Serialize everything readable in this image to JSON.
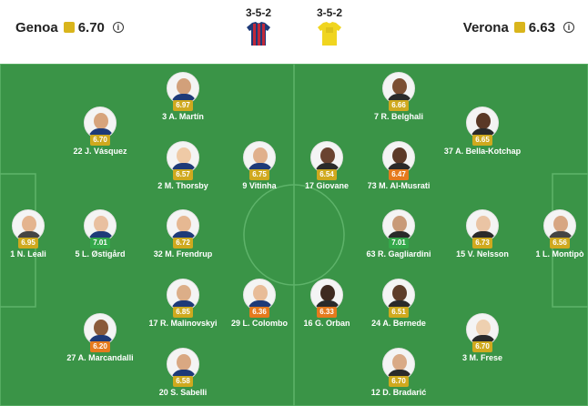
{
  "header": {
    "home": {
      "name": "Genoa",
      "rating": "6.70"
    },
    "away": {
      "name": "Verona",
      "rating": "6.63"
    },
    "info_glyph": "i",
    "home_formation": "3-5-2",
    "away_formation": "3-5-2",
    "colors": {
      "rating_square": "#d9b51c",
      "home_kit_red": "#c0283a",
      "home_kit_blue": "#1e3a78",
      "away_kit": "#f0d51f"
    }
  },
  "pitch": {
    "color": "#3a9447",
    "line_color": "#5eb36a"
  },
  "players": [
    {
      "label": "1 N. Leali",
      "rating": "6.95",
      "tone": "yellow",
      "skin": "#e4b48e",
      "shirt": "#444"
    },
    {
      "label": "22 J. Vásquez",
      "rating": "6.70",
      "tone": "yellow",
      "skin": "#d7a47c",
      "shirt": "#1e3a78"
    },
    {
      "label": "5 L. Østigård",
      "rating": "7.01",
      "tone": "green",
      "skin": "#e9c0a0",
      "shirt": "#1e3a78"
    },
    {
      "label": "27 A. Marcandalli",
      "rating": "6.20",
      "tone": "orange",
      "skin": "#8a5a3a",
      "shirt": "#1e3a78"
    },
    {
      "label": "3 A. Martín",
      "rating": "6.97",
      "tone": "yellow",
      "skin": "#d2a07a",
      "shirt": "#1e3a78"
    },
    {
      "label": "2 M. Thorsby",
      "rating": "6.57",
      "tone": "yellow",
      "skin": "#efcaa6",
      "shirt": "#1e3a78"
    },
    {
      "label": "32 M. Frendrup",
      "rating": "6.72",
      "tone": "yellow",
      "skin": "#e6b892",
      "shirt": "#1e3a78"
    },
    {
      "label": "17 R. Malinovskyi",
      "rating": "6.85",
      "tone": "yellow",
      "skin": "#dcae88",
      "shirt": "#1e3a78"
    },
    {
      "label": "20 S. Sabelli",
      "rating": "6.58",
      "tone": "yellow",
      "skin": "#d9a882",
      "shirt": "#1e3a78"
    },
    {
      "label": "9 Vitinha",
      "rating": "6.75",
      "tone": "yellow",
      "skin": "#e0b08c",
      "shirt": "#1e3a78"
    },
    {
      "label": "29 L. Colombo",
      "rating": "6.36",
      "tone": "orange",
      "skin": "#e8bc98",
      "shirt": "#1e3a78"
    },
    {
      "label": "7 R. Belghali",
      "rating": "6.66",
      "tone": "yellow",
      "skin": "#7b4f33",
      "shirt": "#2a2a2a"
    },
    {
      "label": "37 A. Bella-Kotchap",
      "rating": "6.65",
      "tone": "yellow",
      "skin": "#5a3826",
      "shirt": "#2a2a2a"
    },
    {
      "label": "17 Giovane",
      "rating": "6.54",
      "tone": "yellow",
      "skin": "#6a4330",
      "shirt": "#2a2a2a"
    },
    {
      "label": "73 M. Al-Musrati",
      "rating": "6.47",
      "tone": "orange",
      "skin": "#5c3a28",
      "shirt": "#2a2a2a"
    },
    {
      "label": "16 G. Orban",
      "rating": "6.33",
      "tone": "orange",
      "skin": "#3e2a20",
      "shirt": "#2a2a2a"
    },
    {
      "label": "63 R. Gagliardini",
      "rating": "7.01",
      "tone": "green",
      "skin": "#c89a78",
      "shirt": "#2a2a2a"
    },
    {
      "label": "24 A. Bernede",
      "rating": "6.51",
      "tone": "yellow",
      "skin": "#5e3d2a",
      "shirt": "#2a2a2a"
    },
    {
      "label": "12 D. Bradarić",
      "rating": "6.70",
      "tone": "yellow",
      "skin": "#d9aa86",
      "shirt": "#2a2a2a"
    },
    {
      "label": "15 V. Nelsson",
      "rating": "6.73",
      "tone": "yellow",
      "skin": "#eac4a4",
      "shirt": "#2a2a2a"
    },
    {
      "label": "3 M. Frese",
      "rating": "6.70",
      "tone": "yellow",
      "skin": "#eed0b0",
      "shirt": "#2a2a2a"
    },
    {
      "label": "1 L. Montipò",
      "rating": "6.56",
      "tone": "yellow",
      "skin": "#d7a682",
      "shirt": "#444"
    }
  ]
}
